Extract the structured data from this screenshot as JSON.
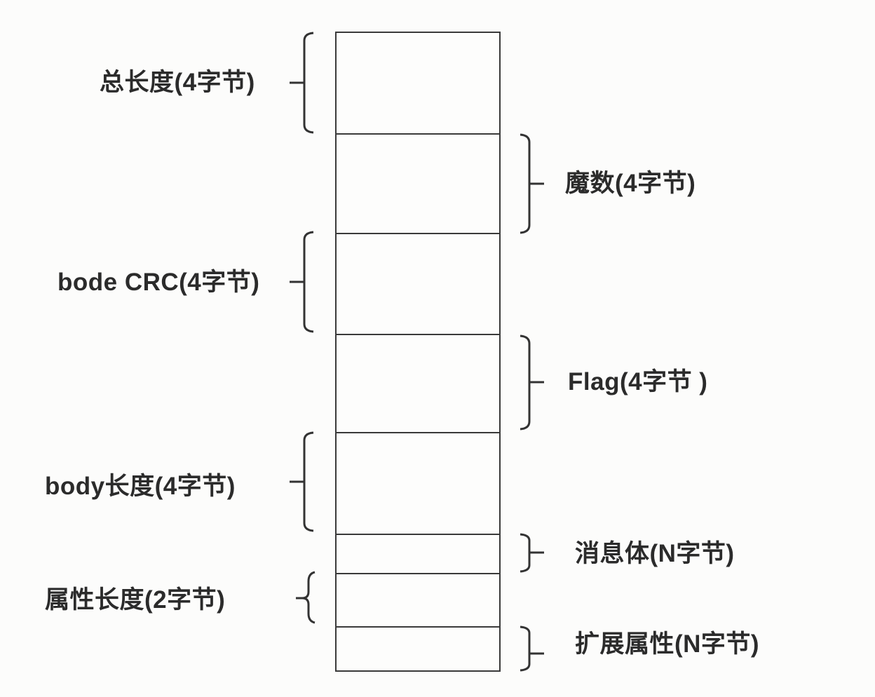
{
  "diagram": {
    "description": "Binary message frame structure diagram (scanned)",
    "colors": {
      "background": "#fcfcfb",
      "line": "#3a3a3a",
      "text": "#2b2b2b"
    },
    "fields": [
      {
        "id": "total-length",
        "label": "总长度(4字节)",
        "side": "left"
      },
      {
        "id": "magic-number",
        "label": "魔数(4字节)",
        "side": "right"
      },
      {
        "id": "body-crc",
        "label": "bode CRC(4字节)",
        "side": "left"
      },
      {
        "id": "flag",
        "label": "Flag(4字节 )",
        "side": "right"
      },
      {
        "id": "body-length",
        "label": "body长度(4字节)",
        "side": "left"
      },
      {
        "id": "message-body",
        "label": "消息体(N字节)",
        "side": "right"
      },
      {
        "id": "attribute-length",
        "label": "属性长度(2字节)",
        "side": "left"
      },
      {
        "id": "extended-attributes",
        "label": "扩展属性(N字节)",
        "side": "right"
      }
    ]
  }
}
